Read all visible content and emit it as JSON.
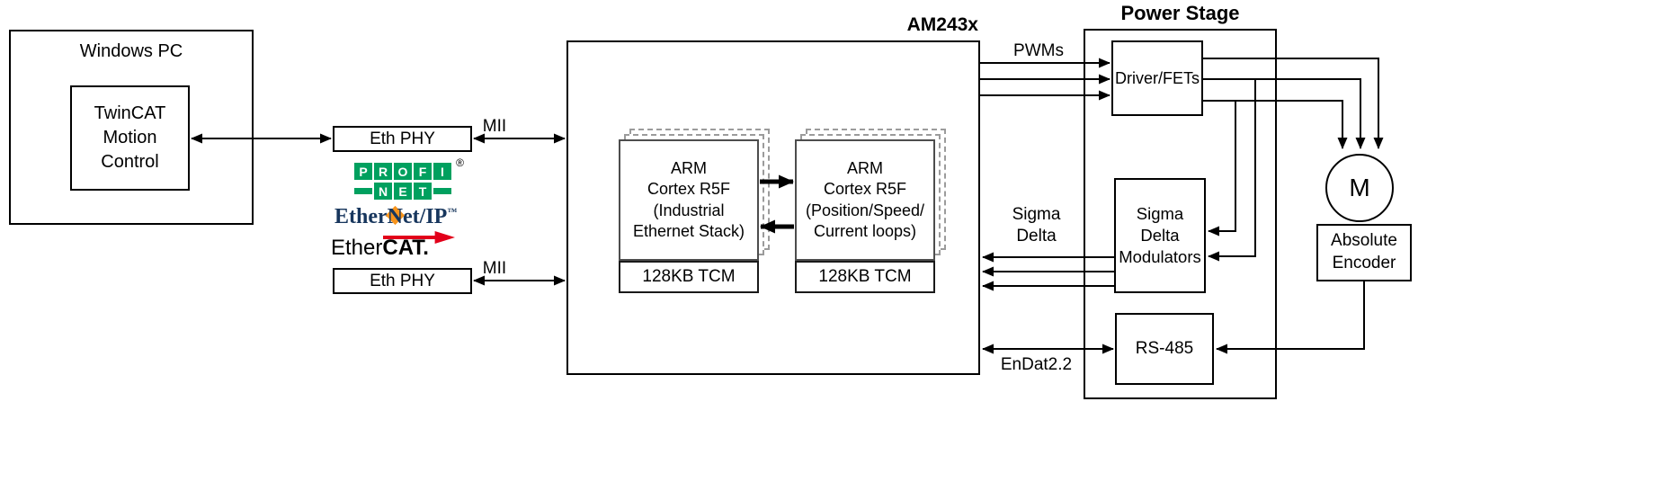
{
  "colors": {
    "profinet_green": "#00A05F",
    "ethernet_ip_navy": "#17365D",
    "ethernet_ip_orange": "#F7941D",
    "ethercat_red": "#E2001A"
  },
  "windows_pc": {
    "title": "Windows PC",
    "twincat": "TwinCAT\nMotion\nControl"
  },
  "eth_phy_top": {
    "label": "Eth PHY"
  },
  "eth_phy_bottom": {
    "label": "Eth PHY"
  },
  "logos": {
    "profinet": {
      "top": [
        "P",
        "R",
        "O",
        "F",
        "I"
      ],
      "bottom": [
        "N",
        "E",
        "T"
      ],
      "reg": "®"
    },
    "ethernet_ip": {
      "part1": "Ether",
      "part2": "N",
      "part3": "et/IP",
      "tm": "™"
    },
    "ethercat": {
      "part1": "Ether",
      "part2": "CAT."
    }
  },
  "am243x": {
    "title": "AM243x",
    "core1": {
      "name": "ARM\nCortex R5F\n(Industrial\nEthernet Stack)",
      "tcm": "128KB TCM"
    },
    "core2": {
      "name": "ARM\nCortex R5F\n(Position/Speed/\nCurrent loops)",
      "tcm": "128KB TCM"
    }
  },
  "power_stage": {
    "title": "Power Stage",
    "driver_fets": "Driver/FETs",
    "sigma_delta_modulators": "Sigma\nDelta\nModulators",
    "rs485": "RS-485"
  },
  "motor": {
    "label": "M"
  },
  "absolute_encoder": {
    "label": "Absolute\nEncoder"
  },
  "signal_labels": {
    "mii_top": "MII",
    "mii_bottom": "MII",
    "pwms": "PWMs",
    "sigma_delta": "Sigma\nDelta",
    "endat": "EnDat2.2"
  }
}
